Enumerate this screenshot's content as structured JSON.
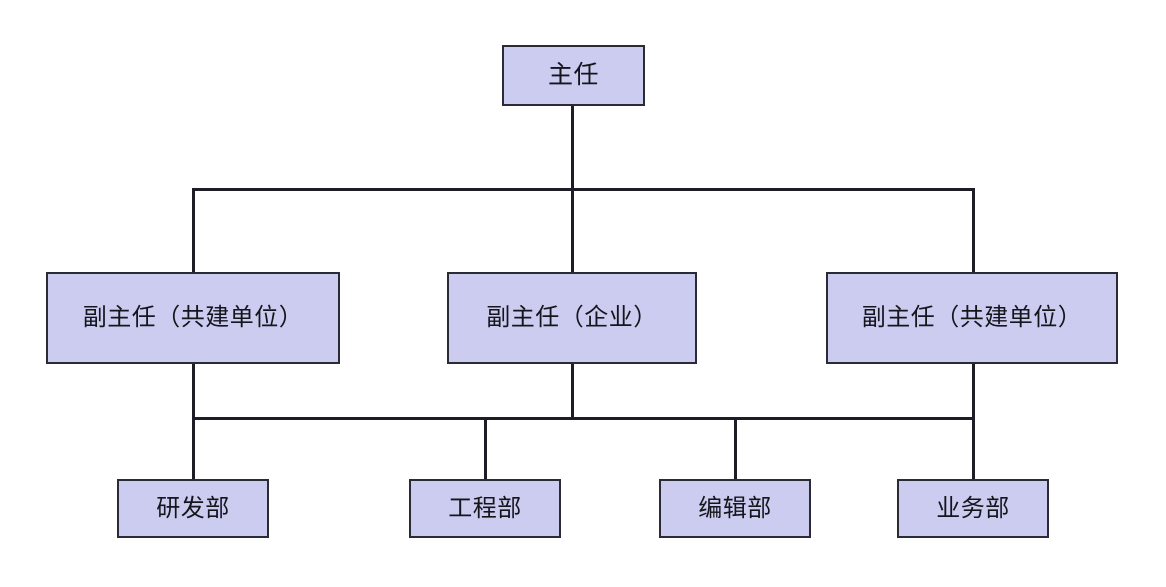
{
  "diagram": {
    "type": "organization-chart",
    "orientation": "top-down",
    "levels": 3,
    "style": {
      "node_fill": "#ccccf0",
      "node_border": "#2b2b36",
      "connector_color": "#1d1d26",
      "background": "#ffffff",
      "text_color": "#15151c"
    }
  },
  "nodes": {
    "level1": [
      {
        "id": "director",
        "label": "主任"
      }
    ],
    "level2": [
      {
        "id": "deputy-left",
        "label": "副主任（共建单位）"
      },
      {
        "id": "deputy-mid",
        "label": "副主任（企业）"
      },
      {
        "id": "deputy-right",
        "label": "副主任（共建单位）"
      }
    ],
    "level3": [
      {
        "id": "dept-rd",
        "label": "研发部"
      },
      {
        "id": "dept-eng",
        "label": "工程部"
      },
      {
        "id": "dept-edit",
        "label": "编辑部"
      },
      {
        "id": "dept-biz",
        "label": "业务部"
      }
    ]
  },
  "edges": [
    {
      "from": "director",
      "to": "deputy-left"
    },
    {
      "from": "director",
      "to": "deputy-mid"
    },
    {
      "from": "director",
      "to": "deputy-right"
    },
    {
      "from": "deputy-left",
      "to": "dept-rd"
    },
    {
      "from": "deputy-mid",
      "to": "dept-eng"
    },
    {
      "from": "deputy-mid",
      "to": "dept-edit"
    },
    {
      "from": "deputy-right",
      "to": "dept-biz"
    }
  ]
}
